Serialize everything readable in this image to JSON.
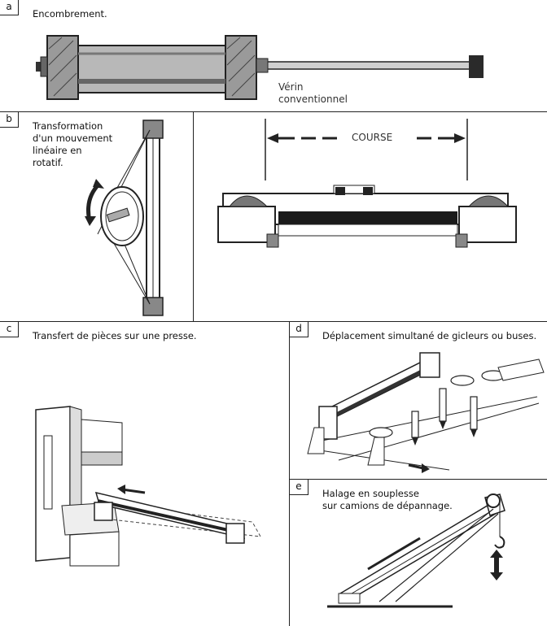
{
  "panels": {
    "a": {
      "letter": "a",
      "caption": "Encombrement.",
      "label_verin": "Vérin\nconventionnel"
    },
    "b": {
      "letter": "b",
      "caption": "Transformation\nd'un mouvement\nlinéaire en\nrotatif.",
      "label_course": "COURSE"
    },
    "c": {
      "letter": "c",
      "caption": "Transfert de pièces sur une presse."
    },
    "d": {
      "letter": "d",
      "caption": "Déplacement simultané de gicleurs ou buses."
    },
    "e": {
      "letter": "e",
      "caption": "Halage en souplesse\nsur camions de dépannage."
    }
  },
  "colors": {
    "line": "#222222",
    "shade": "#555555",
    "dark": "#1a1a1a"
  }
}
